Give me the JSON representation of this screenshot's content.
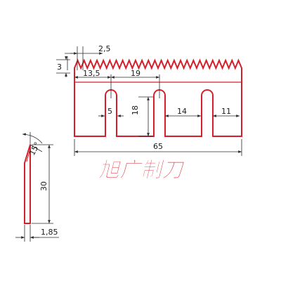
{
  "colors": {
    "outline": "#d4202c",
    "dimension": "#2a2a2a",
    "watermark": "#e2323c"
  },
  "dimensions": {
    "tooth_pitch": "2,5",
    "tooth_height": "3",
    "first_slot_offset": "13,5",
    "slot_spacing": "19",
    "slot_width": "5",
    "slot_depth": "18",
    "slot_gap": "14",
    "end_margin": "11",
    "total_length": "65",
    "bevel_angle": "15°",
    "blade_height": "30",
    "blade_thickness": "1,85"
  },
  "watermark": {
    "text": "旭广制刀"
  }
}
